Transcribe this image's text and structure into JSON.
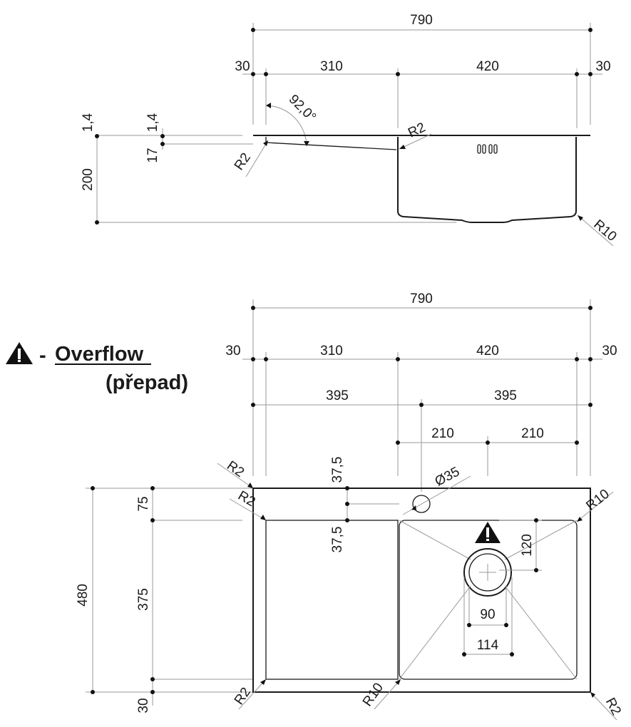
{
  "side_view": {
    "overall_width": "790",
    "left_margin": "30",
    "drainboard_width": "310",
    "bowl_width": "420",
    "right_margin": "30",
    "angle": "92,0°",
    "radius_top_left": "R2",
    "radius_step": "R2",
    "radius_bottom": "R10",
    "thickness_left": "1,4",
    "thickness_mid": "1,4",
    "drainboard_depth": "17",
    "bowl_depth": "200"
  },
  "legend": {
    "dash": "-",
    "overflow_label": "Overflow",
    "overflow_local": "(přepad)"
  },
  "top_view": {
    "overall_width": "790",
    "left_margin": "30",
    "drainboard_width": "310",
    "bowl_width": "420",
    "right_margin": "30",
    "half_left": "395",
    "half_right": "395",
    "bowl_half_left": "210",
    "bowl_half_right": "210",
    "tap_offset_top": "37,5",
    "tap_offset_bottom": "37,5",
    "tap_hole_diameter": "Ø35",
    "overall_depth": "480",
    "top_margin": "75",
    "inner_depth": "375",
    "bottom_margin": "30",
    "overflow_offset": "120",
    "drain_inner": "90",
    "drain_outer": "114",
    "radius_outer_top_left": "R2",
    "radius_inner_top_left": "R2",
    "radius_bowl_top_right": "R10",
    "radius_bottom_left": "R2",
    "radius_bowl_bottom": "R10",
    "radius_bottom_right": "R2"
  }
}
